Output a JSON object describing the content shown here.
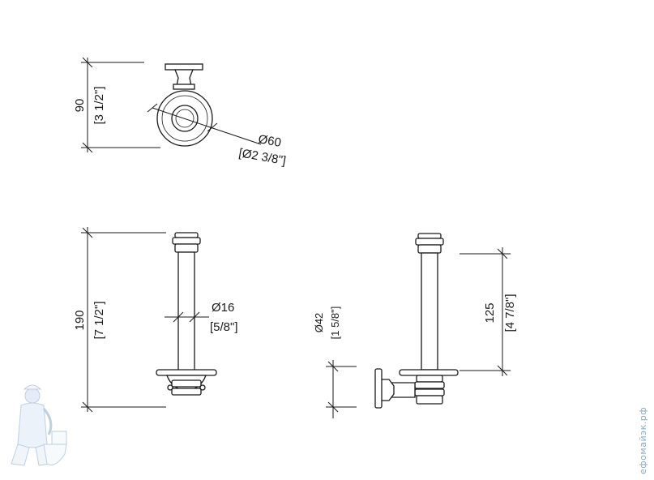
{
  "dimensions": {
    "top_height": {
      "mm": "90",
      "inch": "[3 1/2\"]"
    },
    "top_diameter": {
      "mm": "Ø60",
      "inch": "[Ø2 3/8\"]"
    },
    "front_height": {
      "mm": "190",
      "inch": "[7 1/2\"]"
    },
    "rod_diameter": {
      "mm": "Ø16",
      "inch": "[5/8\"]"
    },
    "base_diameter": {
      "mm": "Ø42",
      "inch": "[1 5/8\"]"
    },
    "side_length": {
      "mm": "125",
      "inch": "[4 7/8\"]"
    }
  },
  "watermark": {
    "text": "ефомайэк.рф"
  },
  "colors": {
    "line": "#1a1a1a",
    "watermark": "#8aa9c8"
  }
}
